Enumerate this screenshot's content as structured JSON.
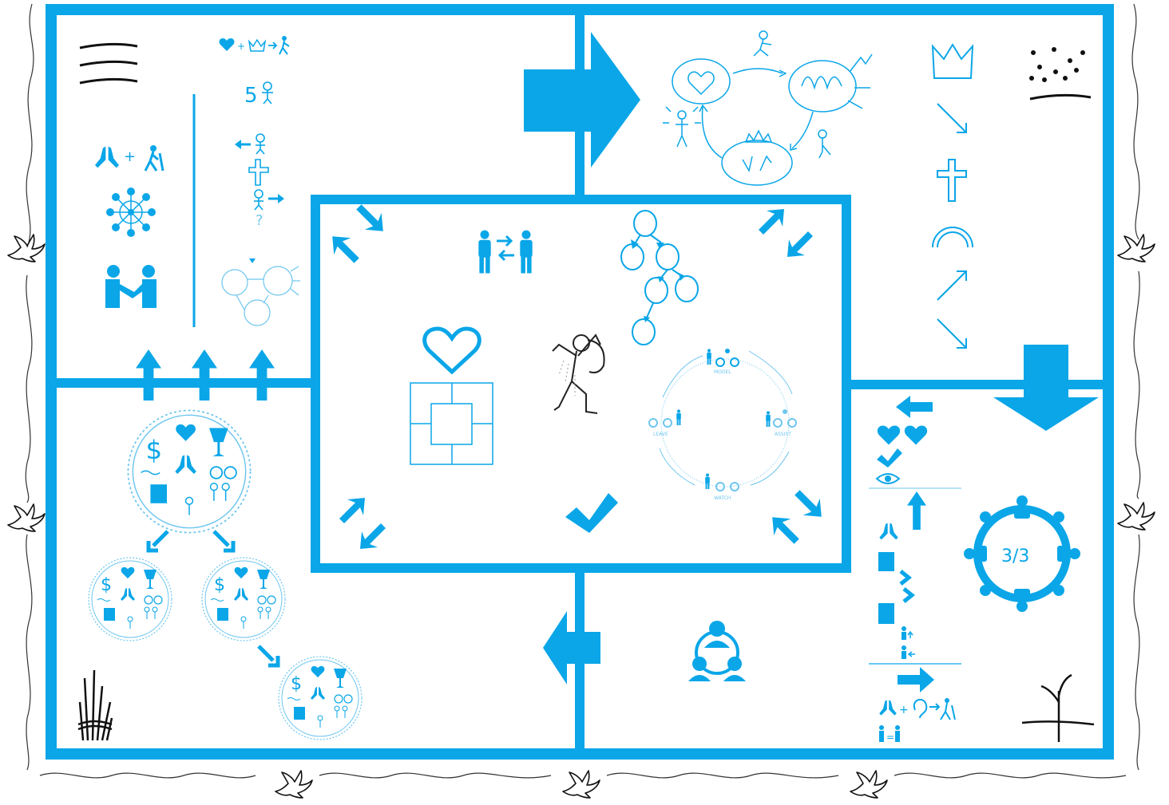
{
  "colors": {
    "primary": "#0aa6e8",
    "light": "#6ec6ef",
    "ink": "#111111",
    "background": "#ffffff"
  },
  "labels": {
    "count_five": "5",
    "question": "?",
    "fraction": "3/3",
    "equals": "=",
    "cycle": {
      "model": "MODEL",
      "assist": "ASSIST",
      "watch": "WATCH",
      "leave": "LEAVE"
    }
  },
  "icons": [
    "handwritten-lines-icon",
    "heart-crown-walker-formula-icon",
    "praying-hands-icon",
    "hiker-icon",
    "network-people-icon",
    "handshake-icon",
    "person-left-arrow-icon",
    "cross-icon",
    "person-right-arrow-icon",
    "mini-cycle-diagram-icon",
    "big-right-arrow-icon",
    "heart-mind-cycle-icon",
    "seeds-on-ground-icon",
    "crown-icon",
    "down-right-arrow-icon",
    "cross-icon",
    "arch-icon",
    "up-right-arrow-icon",
    "persons-exchange-icon",
    "multiplication-tree-icon",
    "corner-arrows-icon",
    "heart-icon",
    "house-grid-icon",
    "sower-icon",
    "model-assist-watch-leave-cycle-icon",
    "check-icon",
    "big-down-arrow-icon",
    "left-arrow-icon",
    "hearts-check-eye-icon",
    "up-arrow-icon",
    "book-icon",
    "hand-split-icon",
    "group-circle-icon",
    "right-arrow-icon",
    "listen-ear-icon",
    "grass-bundle-icon",
    "sprout-icon",
    "church-circle-icon",
    "arrow-up-icon",
    "small-arrow-icon",
    "big-left-arrow-icon",
    "group-network-icon",
    "dove-icon"
  ]
}
